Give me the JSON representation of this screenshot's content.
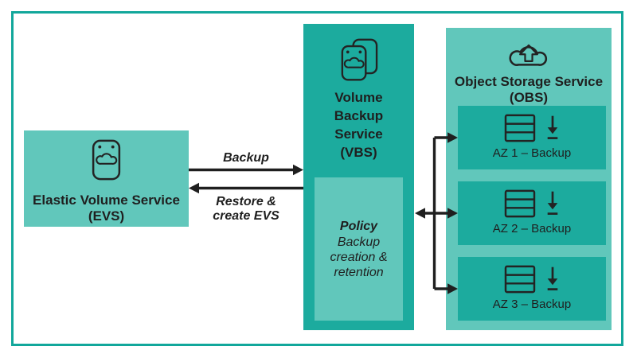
{
  "colors": {
    "frame_border": "#12a79b",
    "panel_light": "#61c7bb",
    "panel_dark": "#1cab9e",
    "text": "#1f1f1f",
    "arrow": "#1f1f1f",
    "background": "#ffffff"
  },
  "nodes": {
    "evs": {
      "icon": "volume-device-cloud-icon",
      "title_lines": [
        "Elastic Volume Service",
        "(EVS)"
      ]
    },
    "vbs": {
      "icon": "volume-backup-copies-icon",
      "title_lines": [
        "Volume",
        "Backup",
        "Service",
        "(VBS)"
      ],
      "policy": {
        "title": "Policy",
        "subtitle_lines": [
          "Backup",
          "creation &",
          "retention"
        ]
      }
    },
    "obs": {
      "icon": "cloud-upload-icon",
      "title_lines": [
        "Object Storage Service",
        "(OBS)"
      ],
      "az_items": [
        {
          "icon": "server-stack-icon",
          "secondary_icon": "download-arrow-icon",
          "label": "AZ 1 – Backup"
        },
        {
          "icon": "server-stack-icon",
          "secondary_icon": "download-arrow-icon",
          "label": "AZ 2 – Backup"
        },
        {
          "icon": "server-stack-icon",
          "secondary_icon": "download-arrow-icon",
          "label": "AZ 3 – Backup"
        }
      ]
    }
  },
  "connectors": {
    "backup": {
      "label": "Backup",
      "direction": "evs-to-vbs"
    },
    "restore": {
      "label_lines": [
        "Restore &",
        "create EVS"
      ],
      "direction": "vbs-to-evs"
    },
    "vbs_obs": {
      "direction": "bidirectional-vbs-to-az-backups"
    }
  }
}
